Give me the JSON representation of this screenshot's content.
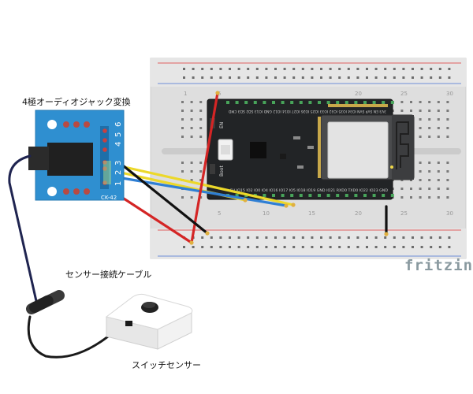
{
  "labels": {
    "audio_converter": "4極オーディオジャック変換",
    "sensor_cable": "センサー接続ケーブル",
    "switch_sensor": "スイッチセンサー",
    "fritzing": "fritzing",
    "module_code": "CK-42"
  },
  "converter_pins": [
    "1",
    "2",
    "3",
    "4",
    "5",
    "6"
  ],
  "breadboard_cols": [
    "1",
    "5",
    "10",
    "15",
    "20",
    "25",
    "30"
  ],
  "esp32": {
    "boot_label": "Boot",
    "en_label": "EN",
    "top_pins": "3V3 EN SVP SVN IO34 IO35 IO32 IO33 IO25 IO26 IO27 IO14 IO12 GND IO13 SD2 SD3 CMD",
    "bottom_pins": "5V IO15 IO2 IO0 IO4 IO16 IO17 IO5 IO18 IO19 GND IO21 RXD0 TXD0 IO22 IO23 GND"
  },
  "colors": {
    "pcb_blue": "#2f8fd0",
    "esp_board": "#222426",
    "wire_red": "#d42525",
    "wire_yellow": "#ecd82a",
    "wire_blue": "#2f7fd4",
    "wire_black": "#111111",
    "cable_navy": "#1f2450"
  }
}
